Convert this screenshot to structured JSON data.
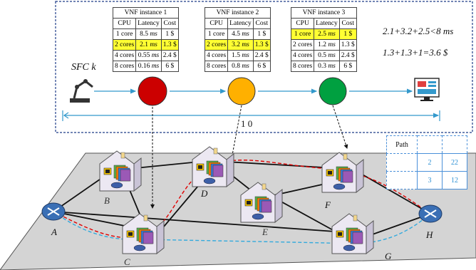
{
  "sfc_label": "SFC k",
  "length_label": "1 0",
  "formulas": {
    "latency": "2.1+3.2+2.5<8 ms",
    "cost": "1.3+1.3+1=3.6 $"
  },
  "vnf_tables": [
    {
      "title": "VNF instance 1",
      "headers": [
        "CPU",
        "Latency",
        "Cost"
      ],
      "rows": [
        {
          "cpu": "1 core",
          "lat": "8.5",
          "unit": "ms",
          "cost": "1 $"
        },
        {
          "cpu": "2 cores",
          "lat": "2.1",
          "unit": "ms",
          "cost": "1.3 $"
        },
        {
          "cpu": "4 cores",
          "lat": "0.55",
          "unit": "ms",
          "cost": "2.4 $"
        },
        {
          "cpu": "8 cores",
          "lat": "0.16",
          "unit": "ms",
          "cost": "6 $"
        }
      ],
      "highlight_row": 1
    },
    {
      "title": "VNF instance 2",
      "headers": [
        "CPU",
        "Latency",
        "Cost"
      ],
      "rows": [
        {
          "cpu": "1 core",
          "lat": "4.5",
          "unit": "ms",
          "cost": "1 $"
        },
        {
          "cpu": "2 cores",
          "lat": "3.2",
          "unit": "ms",
          "cost": "1.3 $"
        },
        {
          "cpu": "4 cores",
          "lat": "1.5",
          "unit": "ms",
          "cost": "2.4 $"
        },
        {
          "cpu": "8 cores",
          "lat": "0.8",
          "unit": "ms",
          "cost": "6 $"
        }
      ],
      "highlight_row": 1
    },
    {
      "title": "VNF instance 3",
      "headers": [
        "CPU",
        "Latency",
        "Cost"
      ],
      "rows": [
        {
          "cpu": "1 core",
          "lat": "2.5",
          "unit": "ms",
          "cost": "1 $"
        },
        {
          "cpu": "2 cores",
          "lat": "1.2",
          "unit": "ms",
          "cost": "1.3 $"
        },
        {
          "cpu": "4 cores",
          "lat": "0.5",
          "unit": "ms",
          "cost": "2.4 $"
        },
        {
          "cpu": "8 cores",
          "lat": "0.3",
          "unit": "ms",
          "cost": "6 $"
        }
      ],
      "highlight_row": 0
    }
  ],
  "vnf_colors": {
    "vnf1": "#cc0000",
    "vnf2": "#ffb000",
    "vnf3": "#00a040"
  },
  "path_table": {
    "header": "Path",
    "rows": [
      [
        "2",
        "22"
      ],
      [
        "3",
        "12"
      ]
    ]
  },
  "nodes": {
    "A": "A",
    "B": "B",
    "C": "C",
    "D": "D",
    "E": "E",
    "F": "F",
    "G": "G",
    "H": "H"
  },
  "colors": {
    "plane": "#d4d4d4",
    "red_path": "#e00000",
    "blue_path": "#33aadd",
    "box_border": "#1f3c88"
  }
}
